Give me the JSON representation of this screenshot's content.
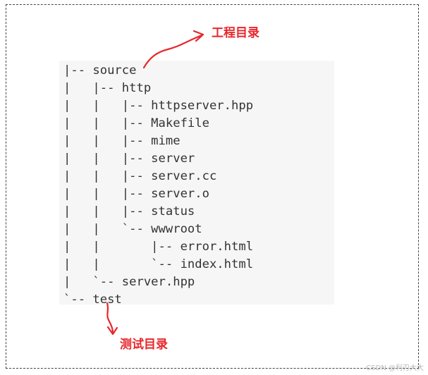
{
  "tree": {
    "lines": [
      "|-- source",
      "|   |-- http",
      "|   |   |-- httpserver.hpp",
      "|   |   |-- Makefile",
      "|   |   |-- mime",
      "|   |   |-- server",
      "|   |   |-- server.cc",
      "|   |   |-- server.o",
      "|   |   |-- status",
      "|   |   `-- wwwroot",
      "|   |       |-- error.html",
      "|   |       `-- index.html",
      "|   `-- server.hpp",
      "`-- test"
    ]
  },
  "annotations": {
    "project_dir": "工程目录",
    "test_dir": "测试目录",
    "color": "#e8262b"
  },
  "watermark": "CSDN @利刃大大"
}
